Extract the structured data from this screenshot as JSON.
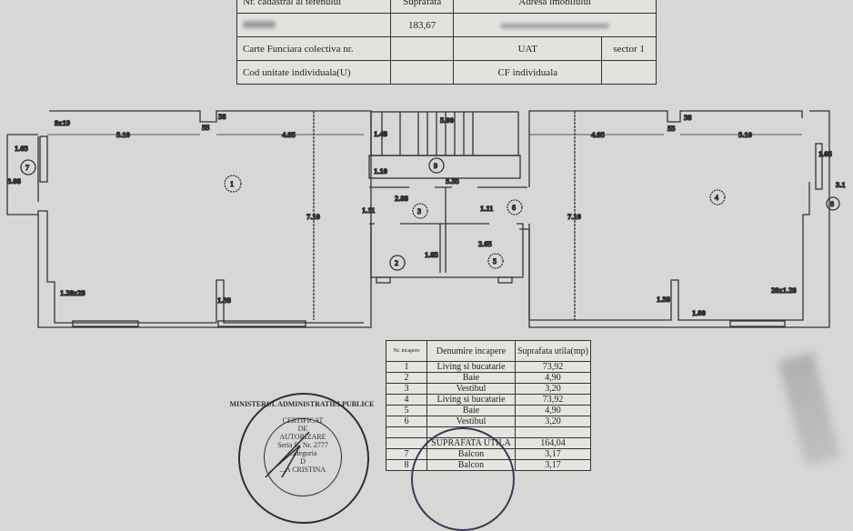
{
  "header_table": {
    "row1": {
      "nr_cadastral_label": "Nr. cadastral al terenului",
      "suprafata_label": "Suprafata",
      "adresa_label": "Adresa imobilului"
    },
    "row2": {
      "suprafata_value": "183,67"
    },
    "row3": {
      "carte_funciara_label": "Carte Funciara colectiva nr.",
      "uat_label": "UAT",
      "uat_value": "sector 1"
    },
    "row4": {
      "cod_unitate_label": "Cod unitate individuala(U)",
      "cf_individuala_label": "CF individuala"
    }
  },
  "plan": {
    "left_unit": {
      "d1": "9x19",
      "d2": "5.10",
      "d3": "55",
      "d4": "38",
      "d5": "4.95",
      "d6": "1.03",
      "d7": "3.08",
      "d8": "7.10",
      "d9": "1.28x28",
      "d10": "1.38",
      "room": "1",
      "balcony": "7"
    },
    "stairs": {
      "d1": "5.00",
      "d2": "1.48",
      "d3": "1.10",
      "d4": "5.35",
      "d5": "2.88",
      "d6": "1.11",
      "d7": "1.11",
      "d8": "1.85",
      "d9": "2.65",
      "room9": "9",
      "room3": "3",
      "room6": "6",
      "room2": "2",
      "room5": "5"
    },
    "right_unit": {
      "d1": "4.95",
      "d2": "55",
      "d3": "38",
      "d4": "5.10",
      "d5": "1.05",
      "d6": "3.1",
      "d7": "7.10",
      "d8": "28x1.28",
      "d9": "1.38",
      "d10": "1.00",
      "room": "4",
      "balcony": "8"
    }
  },
  "room_table": {
    "headers": [
      "Nr. incapere",
      "Denumire incapere",
      "Suprafata utila(mp)"
    ],
    "rows": [
      [
        "1",
        "Living si bucatarie",
        "73,92"
      ],
      [
        "2",
        "Baie",
        "4,90"
      ],
      [
        "3",
        "Vestibul",
        "3,20"
      ],
      [
        "4",
        "Living si bucatarie",
        "73,92"
      ],
      [
        "5",
        "Baie",
        "4,90"
      ],
      [
        "6",
        "Vestibul",
        "3,20"
      ]
    ],
    "total_label": "SUPRAFATA UTILA",
    "total_value": "164,04",
    "balcony_rows": [
      [
        "7",
        "Balcon",
        "3,17"
      ],
      [
        "8",
        "Balcon",
        "3,17"
      ]
    ]
  },
  "stamp": {
    "ring_text": "MINISTERUL ADMINISTRATIEI PUBLICE",
    "lines": [
      "CERTIFICAT",
      "DE",
      "AUTORIZARE",
      "Seria B, Nr. 2777",
      "Categoria",
      "D",
      "...A CRISTINA"
    ]
  }
}
